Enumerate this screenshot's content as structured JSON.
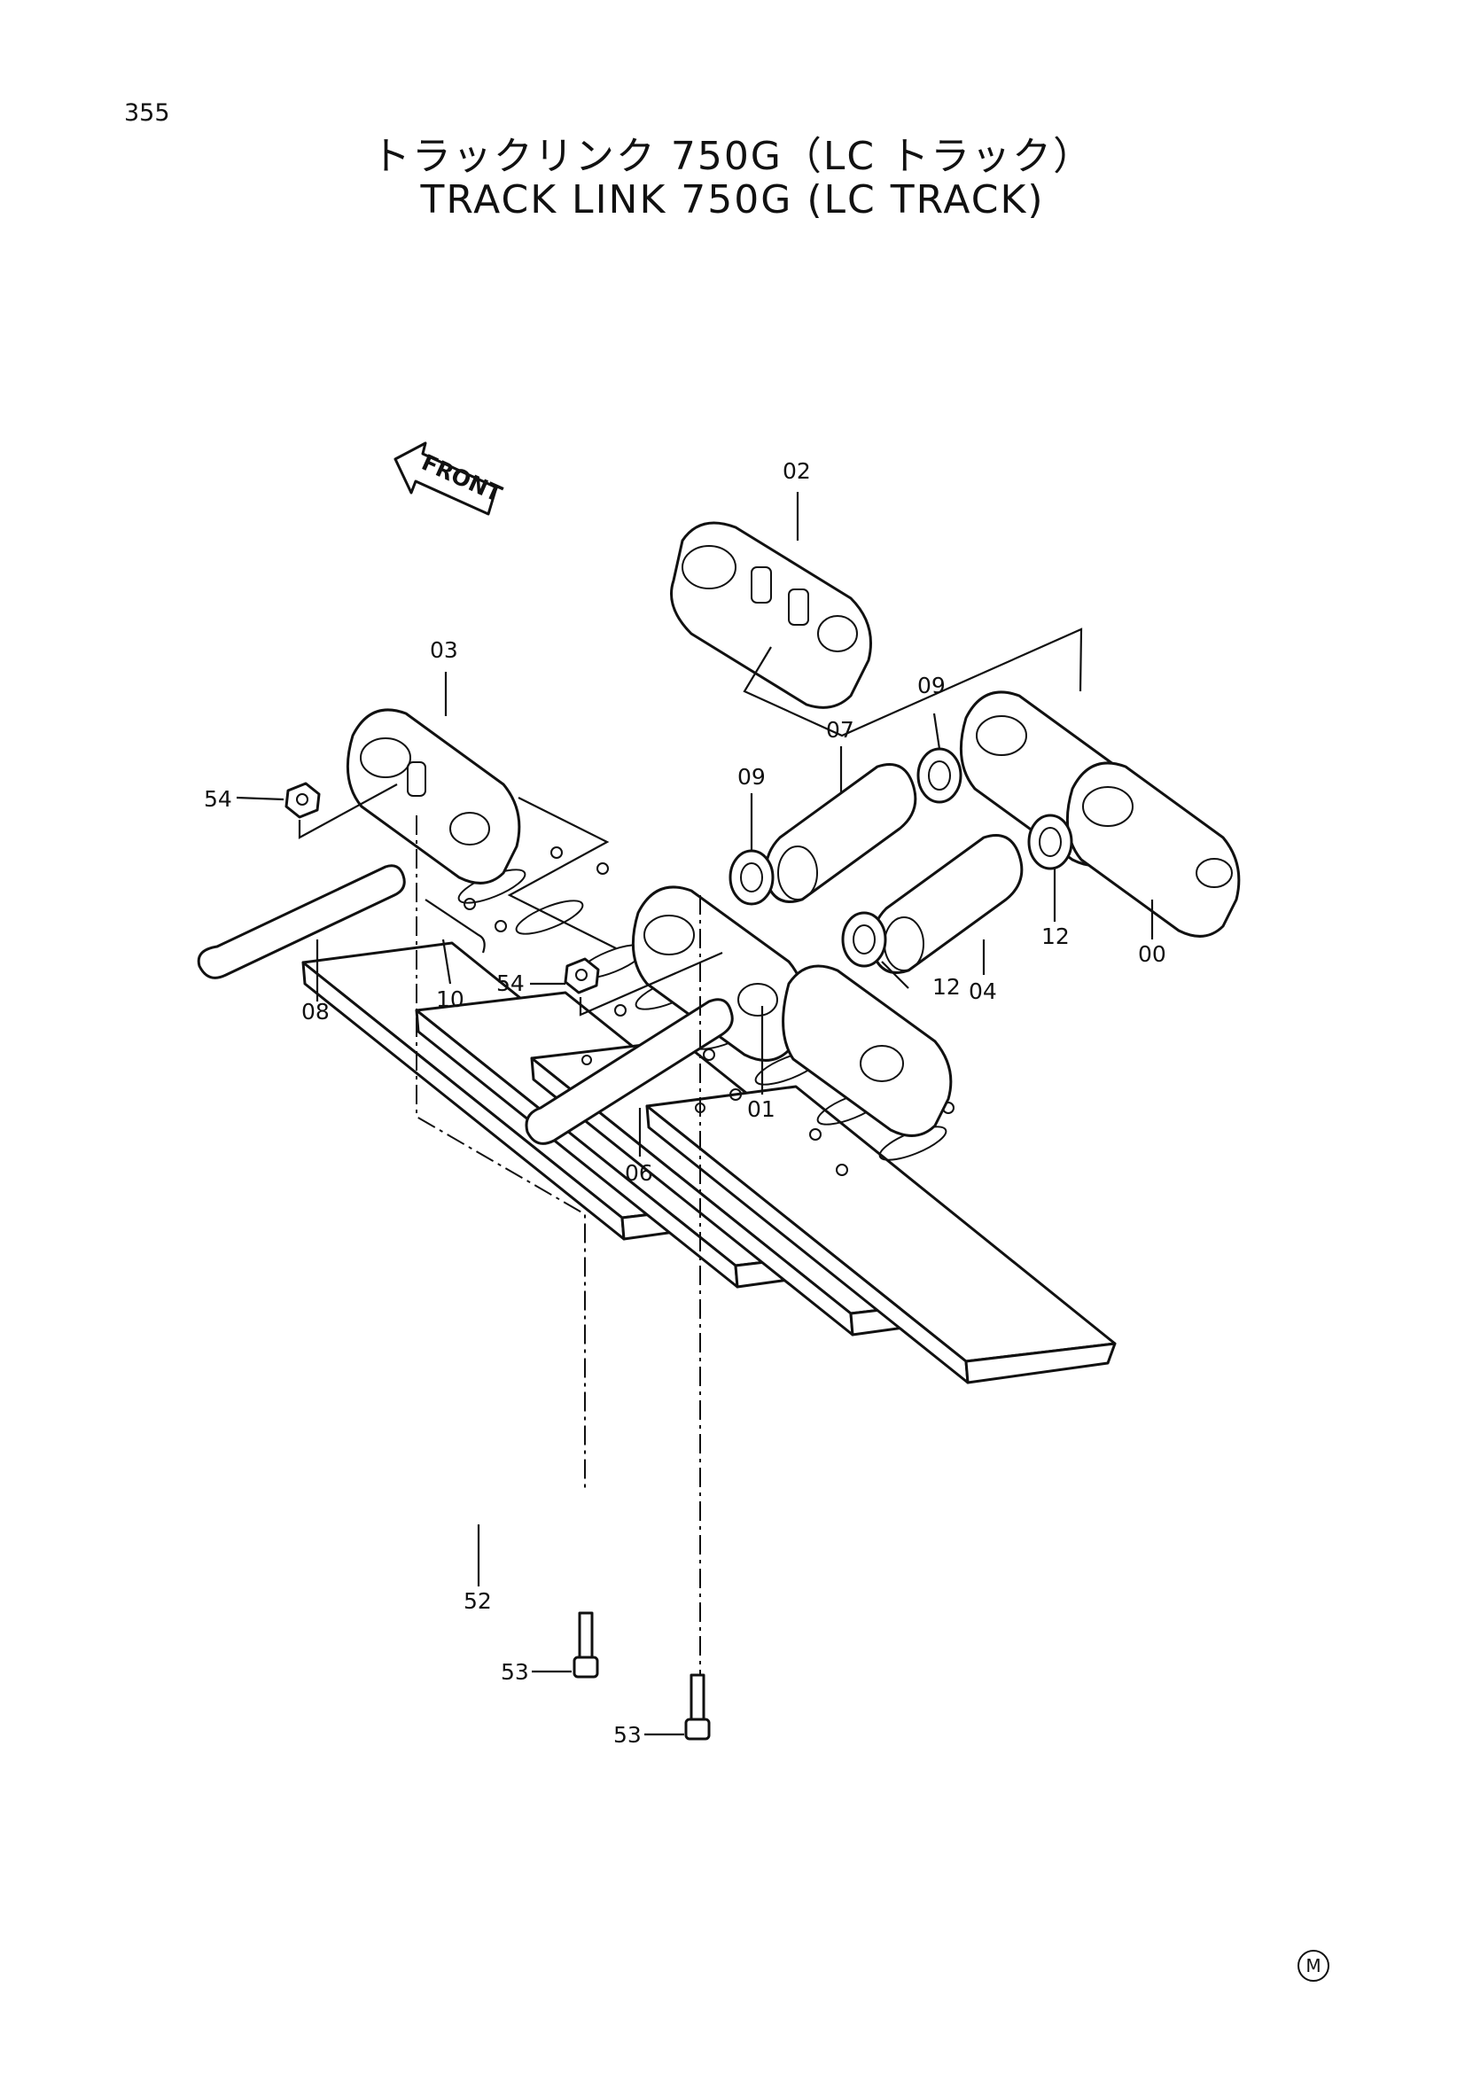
{
  "page_number": "355",
  "title_jp": "トラックリンク 750G（LC トラック）",
  "title_en": "TRACK LINK 750G (LC TRACK)",
  "front_label": "FRONT",
  "corner_mark": "M",
  "callouts": [
    {
      "id": "02",
      "label": "02"
    },
    {
      "id": "03",
      "label": "03"
    },
    {
      "id": "54a",
      "label": "54"
    },
    {
      "id": "09a",
      "label": "09"
    },
    {
      "id": "07",
      "label": "07"
    },
    {
      "id": "09b",
      "label": "09"
    },
    {
      "id": "00",
      "label": "00"
    },
    {
      "id": "12a",
      "label": "12"
    },
    {
      "id": "12b",
      "label": "12"
    },
    {
      "id": "04",
      "label": "04"
    },
    {
      "id": "08",
      "label": "08"
    },
    {
      "id": "10",
      "label": "10"
    },
    {
      "id": "54b",
      "label": "54"
    },
    {
      "id": "01",
      "label": "01"
    },
    {
      "id": "06",
      "label": "06"
    },
    {
      "id": "52",
      "label": "52"
    },
    {
      "id": "53a",
      "label": "53"
    },
    {
      "id": "53b",
      "label": "53"
    }
  ]
}
